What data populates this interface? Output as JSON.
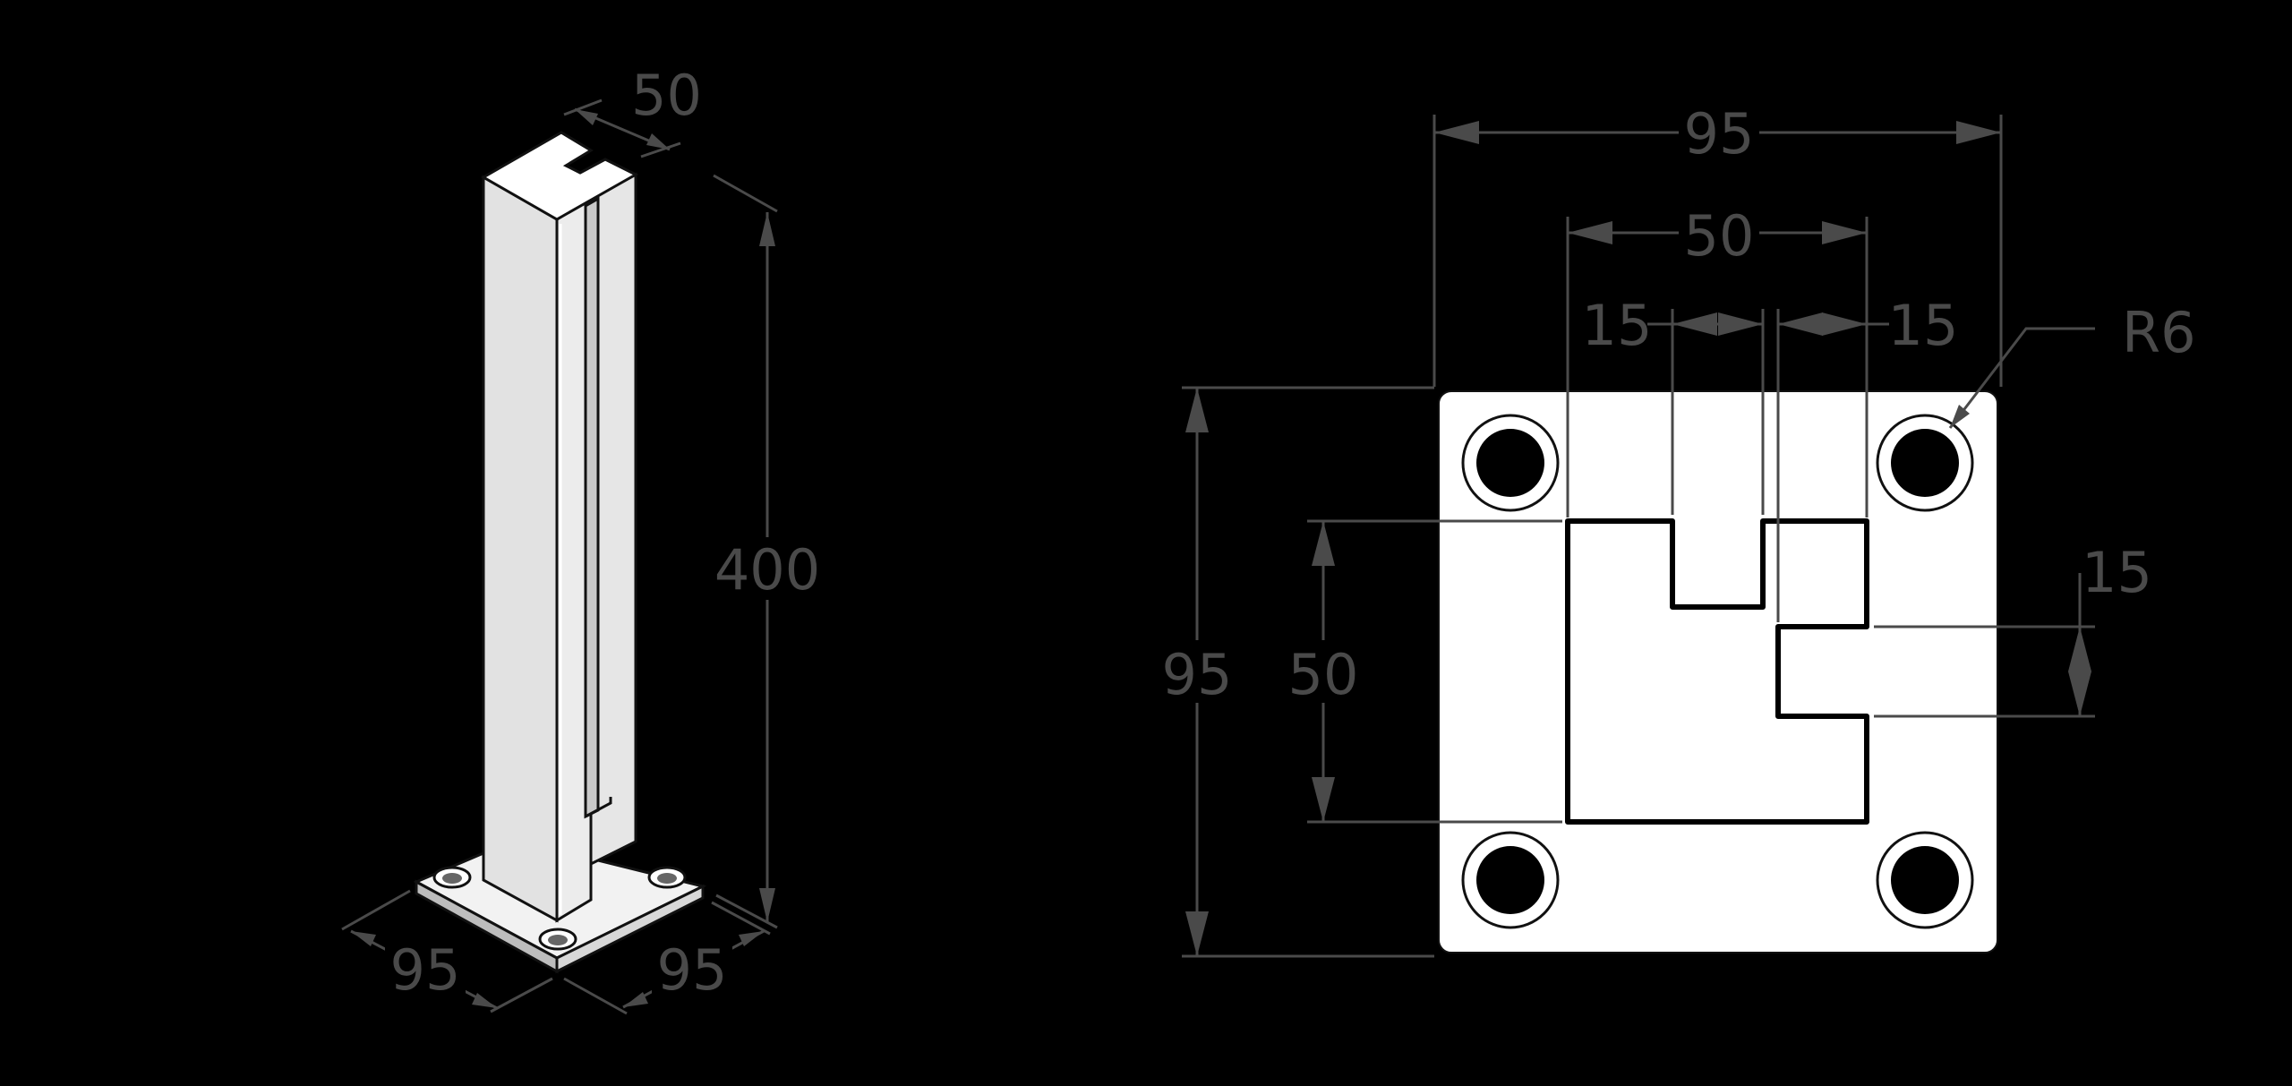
{
  "iso_view": {
    "dims": {
      "slot_width": "50",
      "height": "400",
      "base_left": "95",
      "base_right": "95"
    }
  },
  "plan_view": {
    "dims": {
      "overall_width": "95",
      "post_width": "50",
      "slot_left": "15",
      "slot_right": "15",
      "radius": "R6",
      "overall_height": "95",
      "post_height": "50",
      "slot_side": "15"
    }
  },
  "colors": {
    "background": "#000000",
    "dimension": "#4a4a4a",
    "plate": "#ffffff",
    "post": "#e6e6e6"
  }
}
